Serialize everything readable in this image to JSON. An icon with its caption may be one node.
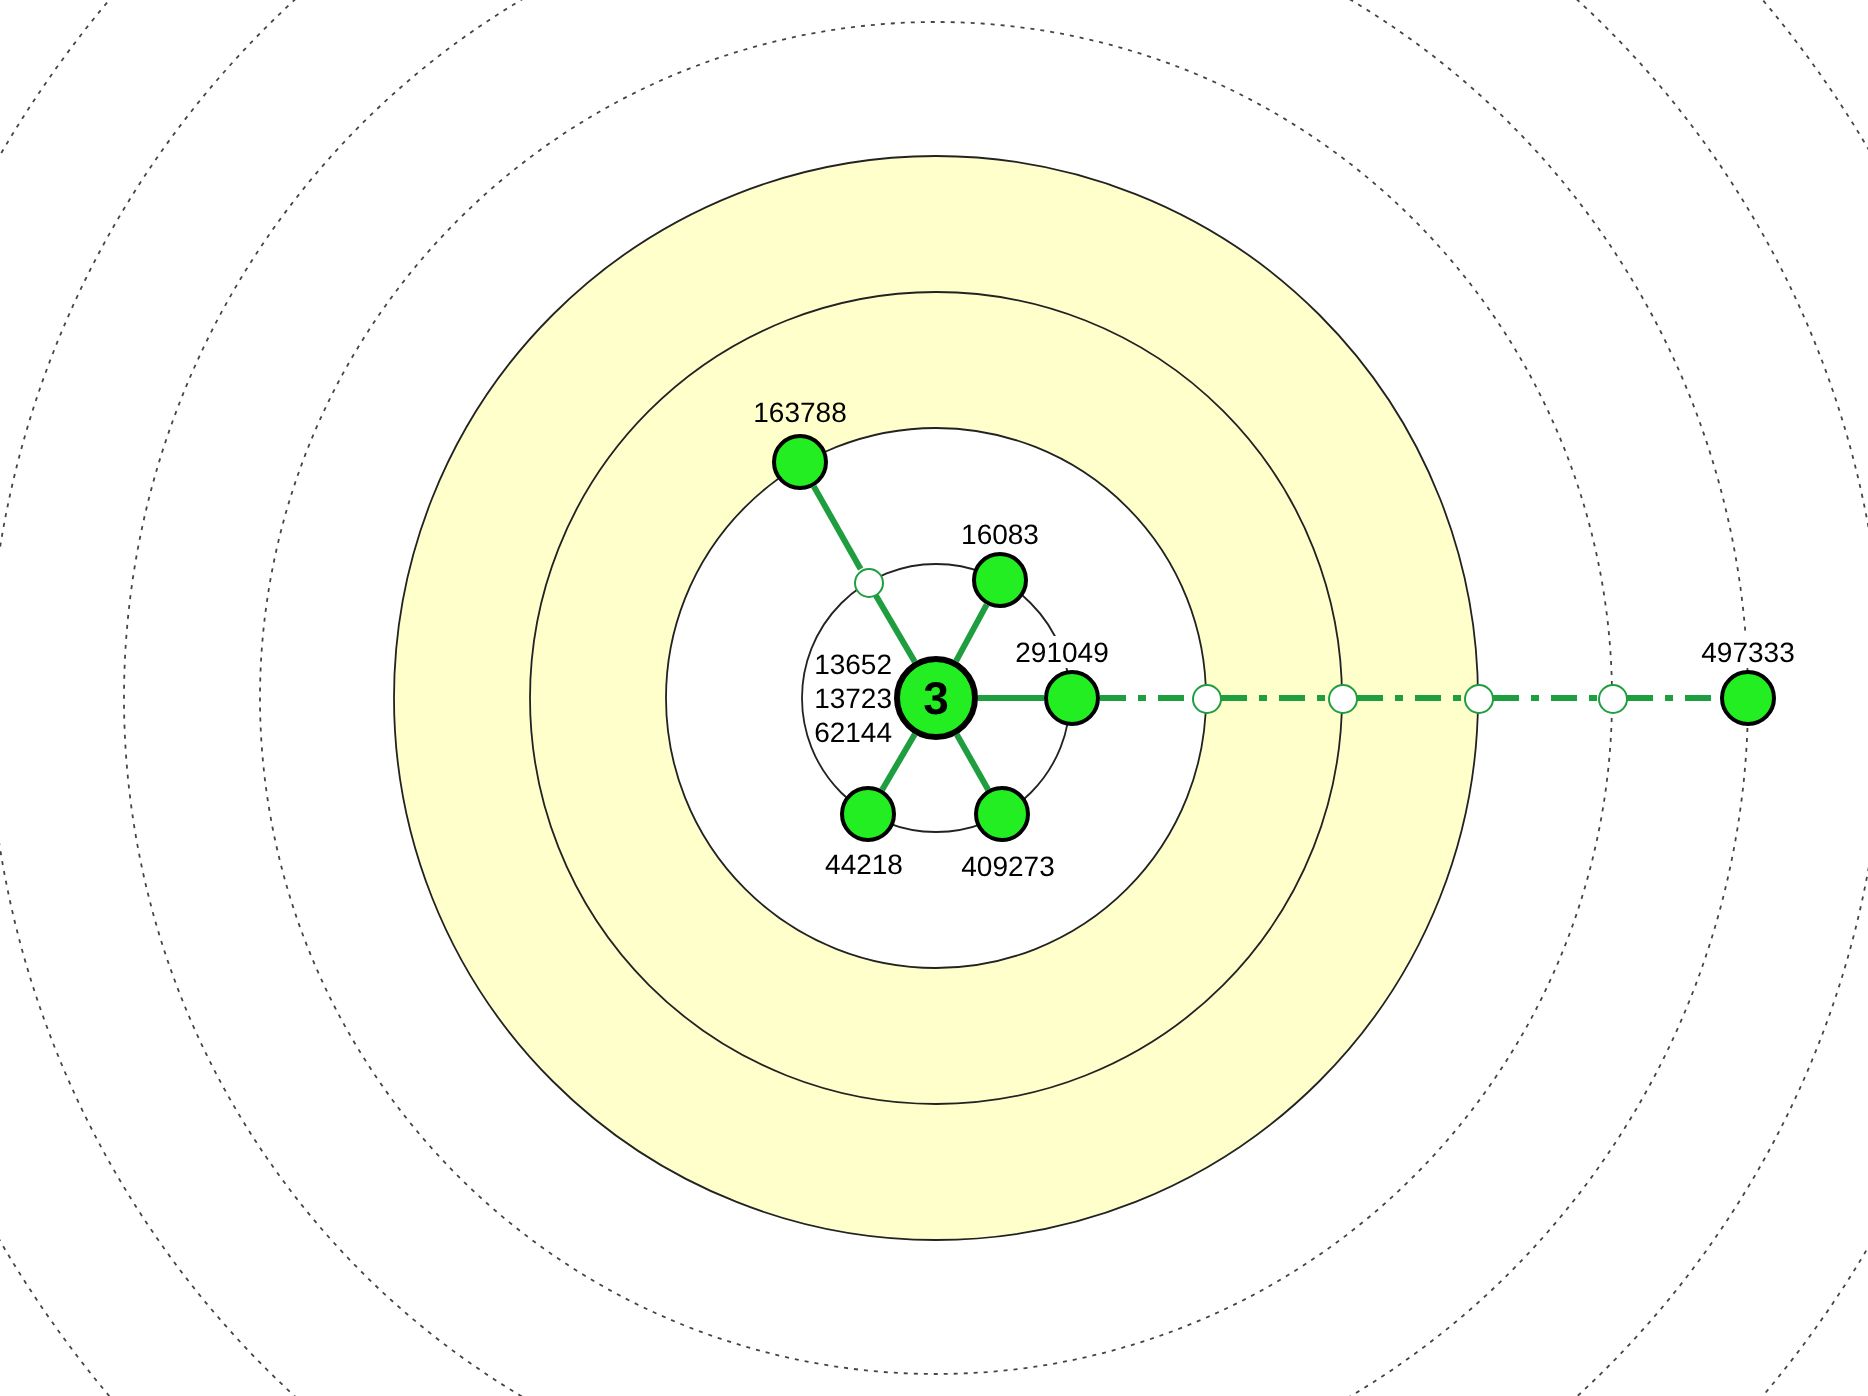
{
  "diagram": {
    "nodes": [
      {
        "text": [],
        "shape": "circle",
        "beside": [
          "163788"
        ]
      },
      {
        "text": [],
        "shape": "circle",
        "beside": [
          "16083"
        ]
      },
      {
        "text": [],
        "shape": "ring"
      },
      {
        "text": [
          "3"
        ],
        "beside": [
          "13652",
          "13723",
          "62144"
        ]
      },
      {
        "text": [],
        "shape": "circle",
        "beside": [
          "291049"
        ]
      },
      {
        "text": [],
        "shape": "ring"
      },
      {
        "text": [],
        "shape": "ring"
      },
      {
        "text": [],
        "shape": "ring"
      },
      {
        "text": [],
        "shape": "ring"
      },
      {
        "text": [],
        "shape": "circle",
        "beside": [
          "497333"
        ]
      },
      {
        "text": [],
        "shape": "circle",
        "beside": [
          "44218"
        ]
      },
      {
        "text": [],
        "shape": "circle",
        "beside": [
          "409273"
        ]
      }
    ],
    "edges": [
      {
        "from": 3,
        "to": 1,
        "arrow": "none"
      },
      {
        "from": 3,
        "to": 2,
        "arrow": "none"
      },
      {
        "from": 2,
        "to": 0,
        "arrow": "none"
      },
      {
        "from": 3,
        "to": 4,
        "arrow": "none"
      },
      {
        "from": 3,
        "to": 10,
        "arrow": "none"
      },
      {
        "from": 3,
        "to": 11,
        "arrow": "none"
      },
      {
        "from": 4,
        "to": 5,
        "arrow": "none",
        "style": "dashed"
      },
      {
        "from": 5,
        "to": 6,
        "arrow": "none",
        "style": "dashed"
      },
      {
        "from": 6,
        "to": 7,
        "arrow": "none",
        "style": "dashed"
      },
      {
        "from": 7,
        "to": 8,
        "arrow": "none",
        "style": "dashed"
      },
      {
        "from": 8,
        "to": 9,
        "arrow": "none",
        "style": "dashed"
      }
    ]
  }
}
